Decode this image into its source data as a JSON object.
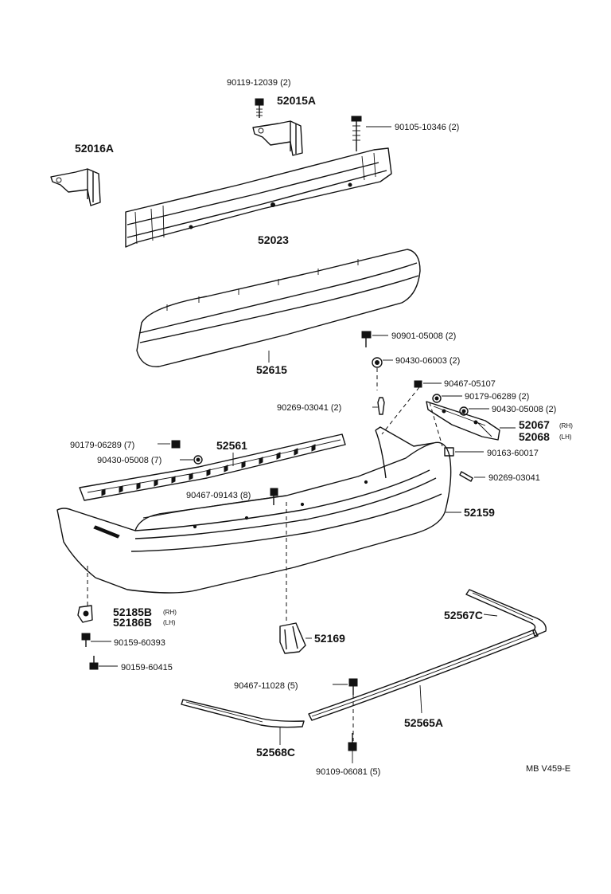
{
  "diagram_code": "MB V459-E",
  "labels": {
    "bolt_90119_12039": "90119-12039 (2)",
    "bracket_52015A": "52015A",
    "bolt_90105_10346": "90105-10346 (2)",
    "bracket_52016A": "52016A",
    "reinforcement_52023": "52023",
    "absorber_52615": "52615",
    "bolt_90901_05008": "90901-05008 (2)",
    "washer_90430_06003": "90430-06003 (2)",
    "nut_90467_05107": "90467-05107",
    "screw_90179_06289_right": "90179-06289 (2)",
    "screw_90269_03041_left": "90269-03041 (2)",
    "washer_90430_05008_right": "90430-05008 (2)",
    "retainer_52067": "52067",
    "retainer_52067_side": "(RH)",
    "retainer_52068": "52068",
    "retainer_52068_side": "(LH)",
    "nut_90179_06289_left": "90179-06289 (7)",
    "retainer_52561": "52561",
    "washer_90430_05008_left": "90430-05008 (7)",
    "clip_90163_60017": "90163-60017",
    "screw_90269_03041_right": "90269-03041",
    "clip_90467_09143": "90467-09143 (8)",
    "cover_52159": "52159",
    "bracket_52185B": "52185B",
    "bracket_52185B_side": "(RH)",
    "bracket_52186B": "52186B",
    "bracket_52186B_side": "(LH)",
    "screw_90159_60393": "90159-60393",
    "screw_90159_60415": "90159-60415",
    "support_52169": "52169",
    "moulding_52567C": "52567C",
    "clip_90467_11028": "90467-11028 (5)",
    "moulding_52565A": "52565A",
    "moulding_52568C": "52568C",
    "screw_90109_06081": "90109-06081 (5)"
  }
}
